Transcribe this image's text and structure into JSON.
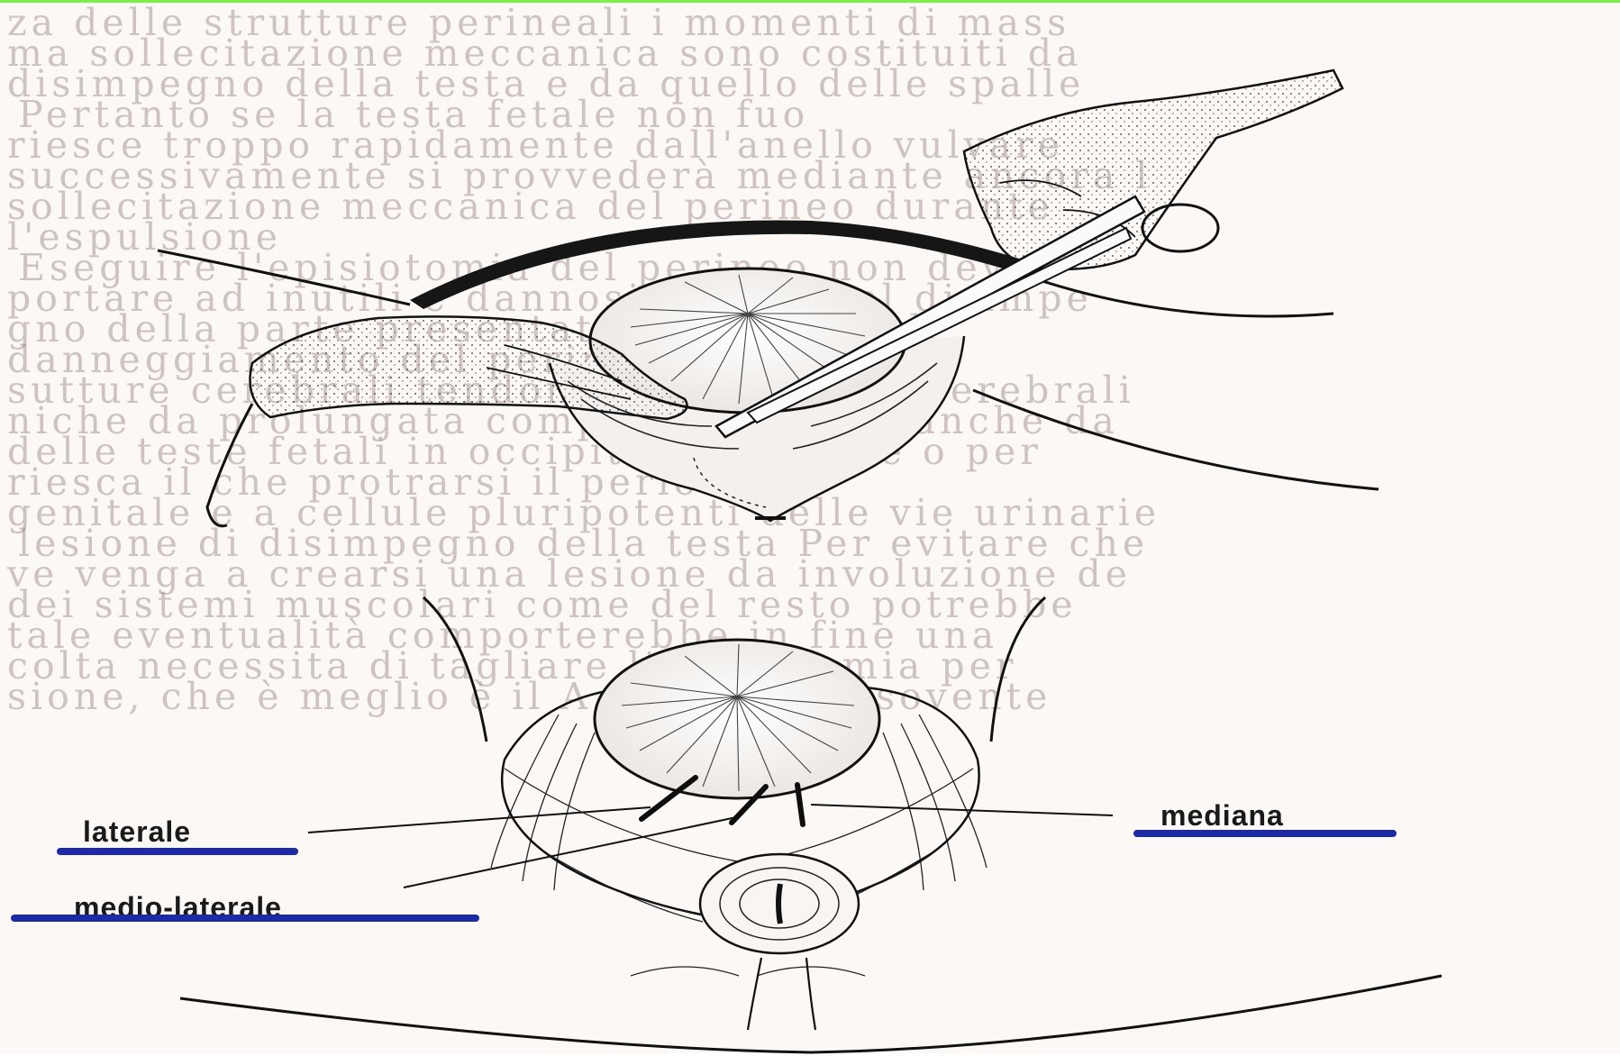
{
  "background_page": {
    "lines": [
      "za delle strutture perineali i momenti di mass",
      "ma sollecitazione meccanica sono costituiti da",
      "disimpegno della testa e da quello delle spalle",
      "Pertanto se la testa fetale non fuo",
      "riesce troppo rapidamente dall'anello vulvare",
      "successivamente si provvederà mediante ancora l",
      "sollecitazione meccanica del perineo durante",
      "l'espulsione",
      "Eseguire l'episiotomia del perineo non deve",
      "portare ad inutili e dannosi ritardi nel disimpe",
      "gno della parte presentata col rischio di",
      "danneggiamento del perineo ed inoltre le",
      "sutture cerebrali tendono a deformarsi cerebrali",
      "niche da prolungata compressione, ma anche da",
      "delle teste fetali in occipito posteriore o per",
      "riesca il che protrarsi il periodo",
      "genitale e a cellule pluripotenti delle vie urinarie",
      "lesione di disimpegno della testa Per evitare che",
      "ve venga a crearsi una lesione da involuzione de",
      "dei sistemi muscolari come del resto potrebbe",
      "tale eventualità comporterebbe in fine una",
      "colta necessita di tagliare l'episiotomia per",
      "sione, che è meglio è il A tale scopo, sovente"
    ]
  },
  "labels": {
    "laterale": "laterale",
    "mediana": "mediana",
    "medio_laterale": "medio-laterale"
  },
  "colors": {
    "underline": "#1d2aa8",
    "top_border": "#7cf04a",
    "ink": "#1a1a1a"
  }
}
